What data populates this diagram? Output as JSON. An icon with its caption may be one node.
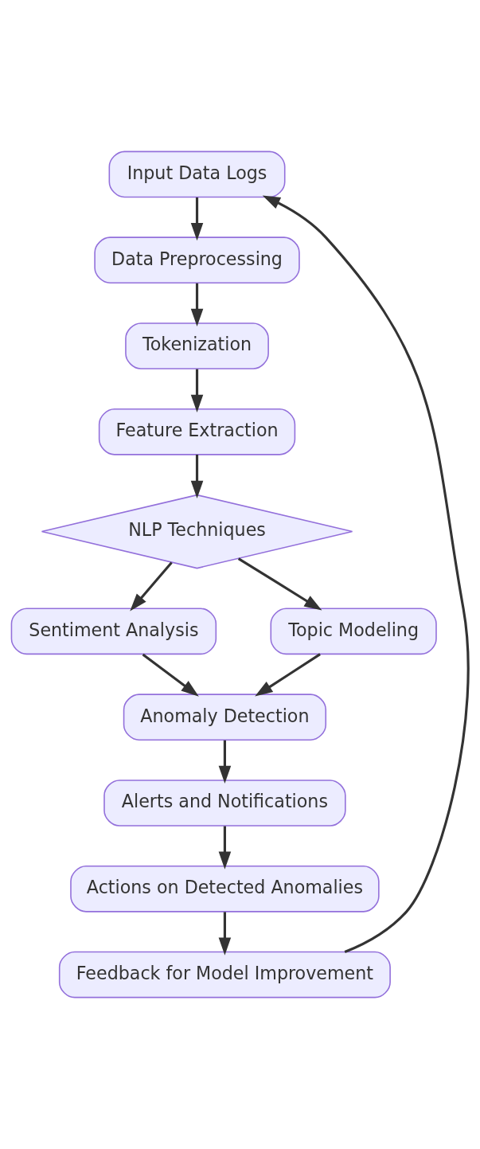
{
  "diagram": {
    "nodes": [
      {
        "text": [
          "Input Data Logs"
        ]
      },
      {
        "text": [
          "Data Preprocessing"
        ]
      },
      {
        "text": [
          "Tokenization"
        ]
      },
      {
        "text": [
          "Feature Extraction"
        ]
      },
      {
        "text": [
          "NLP Techniques"
        ]
      },
      {
        "text": [
          "Sentiment Analysis"
        ]
      },
      {
        "text": [
          "Topic Modeling"
        ]
      },
      {
        "text": [
          "Anomaly Detection"
        ]
      },
      {
        "text": [
          "Alerts and Notifications"
        ]
      },
      {
        "text": [
          "Actions on Detected Anomalies"
        ]
      },
      {
        "text": [
          "Feedback for Model Improvement"
        ]
      }
    ],
    "edges": [
      {
        "from": 0,
        "to": 1,
        "arrow": "to"
      },
      {
        "from": 1,
        "to": 2,
        "arrow": "to"
      },
      {
        "from": 2,
        "to": 3,
        "arrow": "to"
      },
      {
        "from": 3,
        "to": 4,
        "arrow": "to"
      },
      {
        "from": 4,
        "to": 5,
        "arrow": "to"
      },
      {
        "from": 4,
        "to": 6,
        "arrow": "to"
      },
      {
        "from": 5,
        "to": 7,
        "arrow": "to"
      },
      {
        "from": 6,
        "to": 7,
        "arrow": "to"
      },
      {
        "from": 7,
        "to": 8,
        "arrow": "to"
      },
      {
        "from": 8,
        "to": 9,
        "arrow": "to"
      },
      {
        "from": 9,
        "to": 10,
        "arrow": "to"
      },
      {
        "from": 10,
        "to": 0,
        "arrow": "to"
      }
    ]
  }
}
